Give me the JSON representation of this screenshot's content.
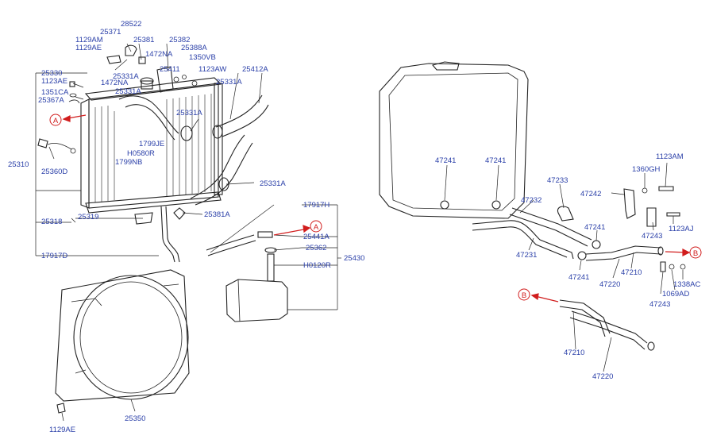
{
  "labels": {
    "l28522": "28522",
    "l25371": "25371",
    "l1129AM": "1129AM",
    "l1129AE_top": "1129AE",
    "l25381": "25381",
    "l25382": "25382",
    "l25388A": "25388A",
    "l1472NA_a": "1472NA",
    "l1350VB": "1350VB",
    "l25411": "25411",
    "l1123AW": "1123AW",
    "l25412A": "25412A",
    "l25330": "25330",
    "l1123AE": "1123AE",
    "l1472NA_b": "1472NA",
    "l25331A_a": "25331A",
    "l25331A_b": "25331A",
    "l25331A_c": "25331A",
    "l25331A_d": "25331A",
    "l1351CA": "1351CA",
    "l25367A": "25367A",
    "l1799JE": "1799JE",
    "lH0580R": "H0580R",
    "l1799NB": "1799NB",
    "l25360D": "25360D",
    "l25310": "25310",
    "l25331A_e": "25331A",
    "l25318": "25318",
    "l25319": "25319",
    "l25381A": "25381A",
    "l17917H": "17917H",
    "l25441A": "25441A",
    "l25362": "25362",
    "l25430": "25430",
    "lH0120R": "H0120R",
    "l17917D": "17917D",
    "l25350": "25350",
    "l1129AE_bot": "1129AE",
    "l47241_a": "47241",
    "l47241_b": "47241",
    "l47233": "47233",
    "l47232": "47232",
    "l1123AM": "1123AM",
    "l1360GH": "1360GH",
    "l47242": "47242",
    "l47241_c": "47241",
    "l47243_a": "47243",
    "l1123AJ": "1123AJ",
    "l47231": "47231",
    "l47241_d": "47241",
    "l47210_a": "47210",
    "l47220_a": "47220",
    "l1338AC": "1338AC",
    "l1069AD": "1069AD",
    "l47243_b": "47243",
    "l47210_b": "47210",
    "l47220_b": "47220"
  },
  "refs": {
    "a1": "A",
    "a2": "A",
    "b1": "B",
    "b2": "B"
  },
  "colors": {
    "label": "#2a3fa8",
    "reference": "#d11d1d",
    "line": "#222222"
  }
}
